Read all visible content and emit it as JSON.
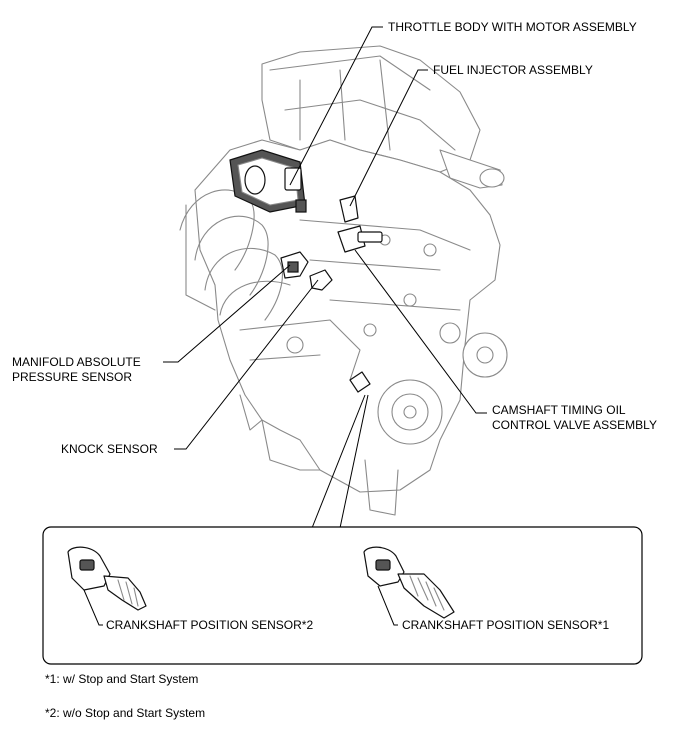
{
  "labels": {
    "throttle_body": "THROTTLE BODY WITH MOTOR ASSEMBLY",
    "fuel_injector": "FUEL INJECTOR ASSEMBLY",
    "map_sensor_line1": "MANIFOLD ABSOLUTE",
    "map_sensor_line2": "PRESSURE SENSOR",
    "camshaft_line1": "CAMSHAFT TIMING OIL",
    "camshaft_line2": "CONTROL VALVE ASSEMBLY",
    "knock_sensor": "KNOCK SENSOR",
    "crank_sensor_2": "CRANKSHAFT POSITION SENSOR*2",
    "crank_sensor_1": "CRANKSHAFT POSITION SENSOR*1"
  },
  "footnotes": {
    "note1": "*1: w/ Stop and Start System",
    "note2": "*2: w/o Stop and Start System"
  }
}
